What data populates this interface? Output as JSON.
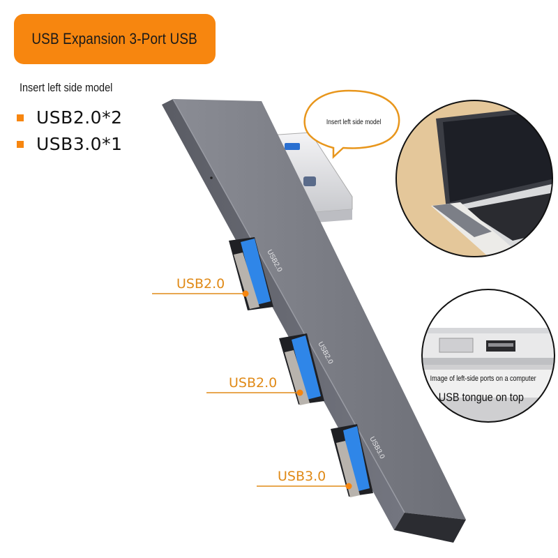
{
  "header": {
    "title": "USB Expansion 3-Port USB",
    "accent_color": "#f7860f"
  },
  "intro": {
    "subtitle": "Insert left side model",
    "features": [
      {
        "label": "USB2.0*2"
      },
      {
        "label": "USB3.0*1"
      }
    ]
  },
  "product": {
    "name": "USB hub",
    "body_color": "#6e7078",
    "port_color": "#2f86e8",
    "ports": [
      {
        "callout": "USB2.0",
        "engraving": "USB2.0"
      },
      {
        "callout": "USB2.0",
        "engraving": "USB2.0"
      },
      {
        "callout": "USB3.0",
        "engraving": "USB3.0"
      }
    ]
  },
  "speech_bubble": {
    "text": "Insert left side model"
  },
  "inset_laptop": {
    "description": "Hub plugged into laptop left side"
  },
  "inset_ports": {
    "caption_small": "Image of left-side ports on a computer",
    "caption_big": "USB tongue on top"
  }
}
